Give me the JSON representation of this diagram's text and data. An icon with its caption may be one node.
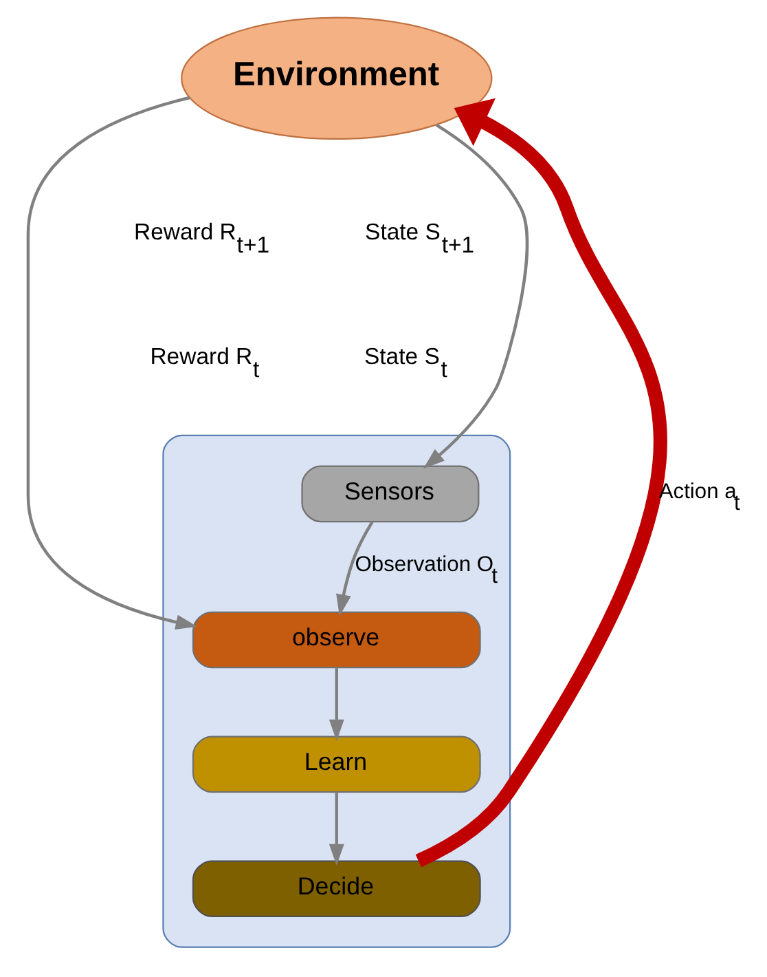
{
  "diagram": {
    "nodes": [
      {
        "text": [
          "Environment"
        ]
      },
      {
        "text": [],
        "shape": "box"
      },
      {
        "text": [
          "Sensors"
        ],
        "in": 1
      },
      {
        "text": [
          "observe"
        ],
        "in": 1
      },
      {
        "text": [
          "Learn"
        ],
        "in": 1
      },
      {
        "text": [
          "Decide"
        ],
        "in": 1
      }
    ],
    "edges": [
      {
        "from": 0,
        "to": 3,
        "arrow": "to"
      },
      {
        "from": 0,
        "to": 2,
        "arrow": "to"
      },
      {
        "from": 2,
        "to": 3,
        "label": "Observation O$_{t}$",
        "arrow": "to"
      },
      {
        "from": 3,
        "to": 4,
        "arrow": "to"
      },
      {
        "from": 4,
        "to": 5,
        "arrow": "to"
      },
      {
        "from": 5,
        "to": 0,
        "label": "Action a$_{t}$",
        "arrow": "to",
        "style": "thick",
        "color": "#c00000"
      }
    ],
    "labels": [
      "Reward R$_{t+1}$",
      "State S$_{t+1}$",
      "Reward R$_{t}$",
      "State S$_{t}$"
    ]
  }
}
